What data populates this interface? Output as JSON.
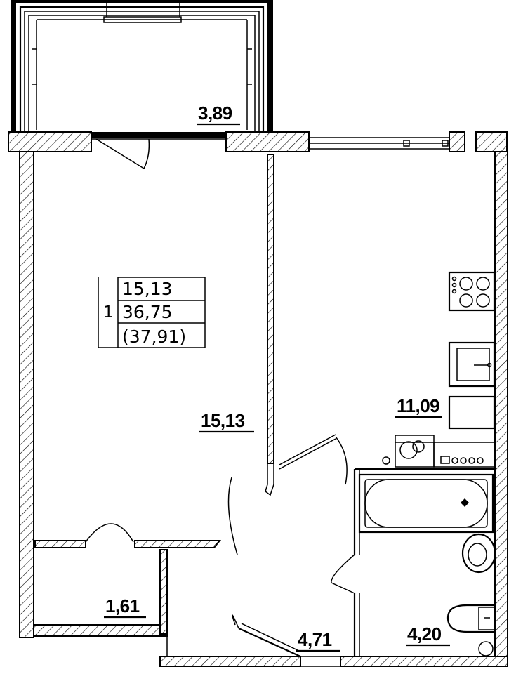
{
  "legend": {
    "room_count": "1",
    "living_area": "15,13",
    "total_area": "36,75",
    "total_with_balcony": "(37,91)"
  },
  "rooms": {
    "balcony_area": "3,89",
    "living_room_area": "15,13",
    "kitchen_area": "11,09",
    "storage_area": "1,61",
    "hallway_area": "4,71",
    "bathroom_area": "4,20"
  }
}
